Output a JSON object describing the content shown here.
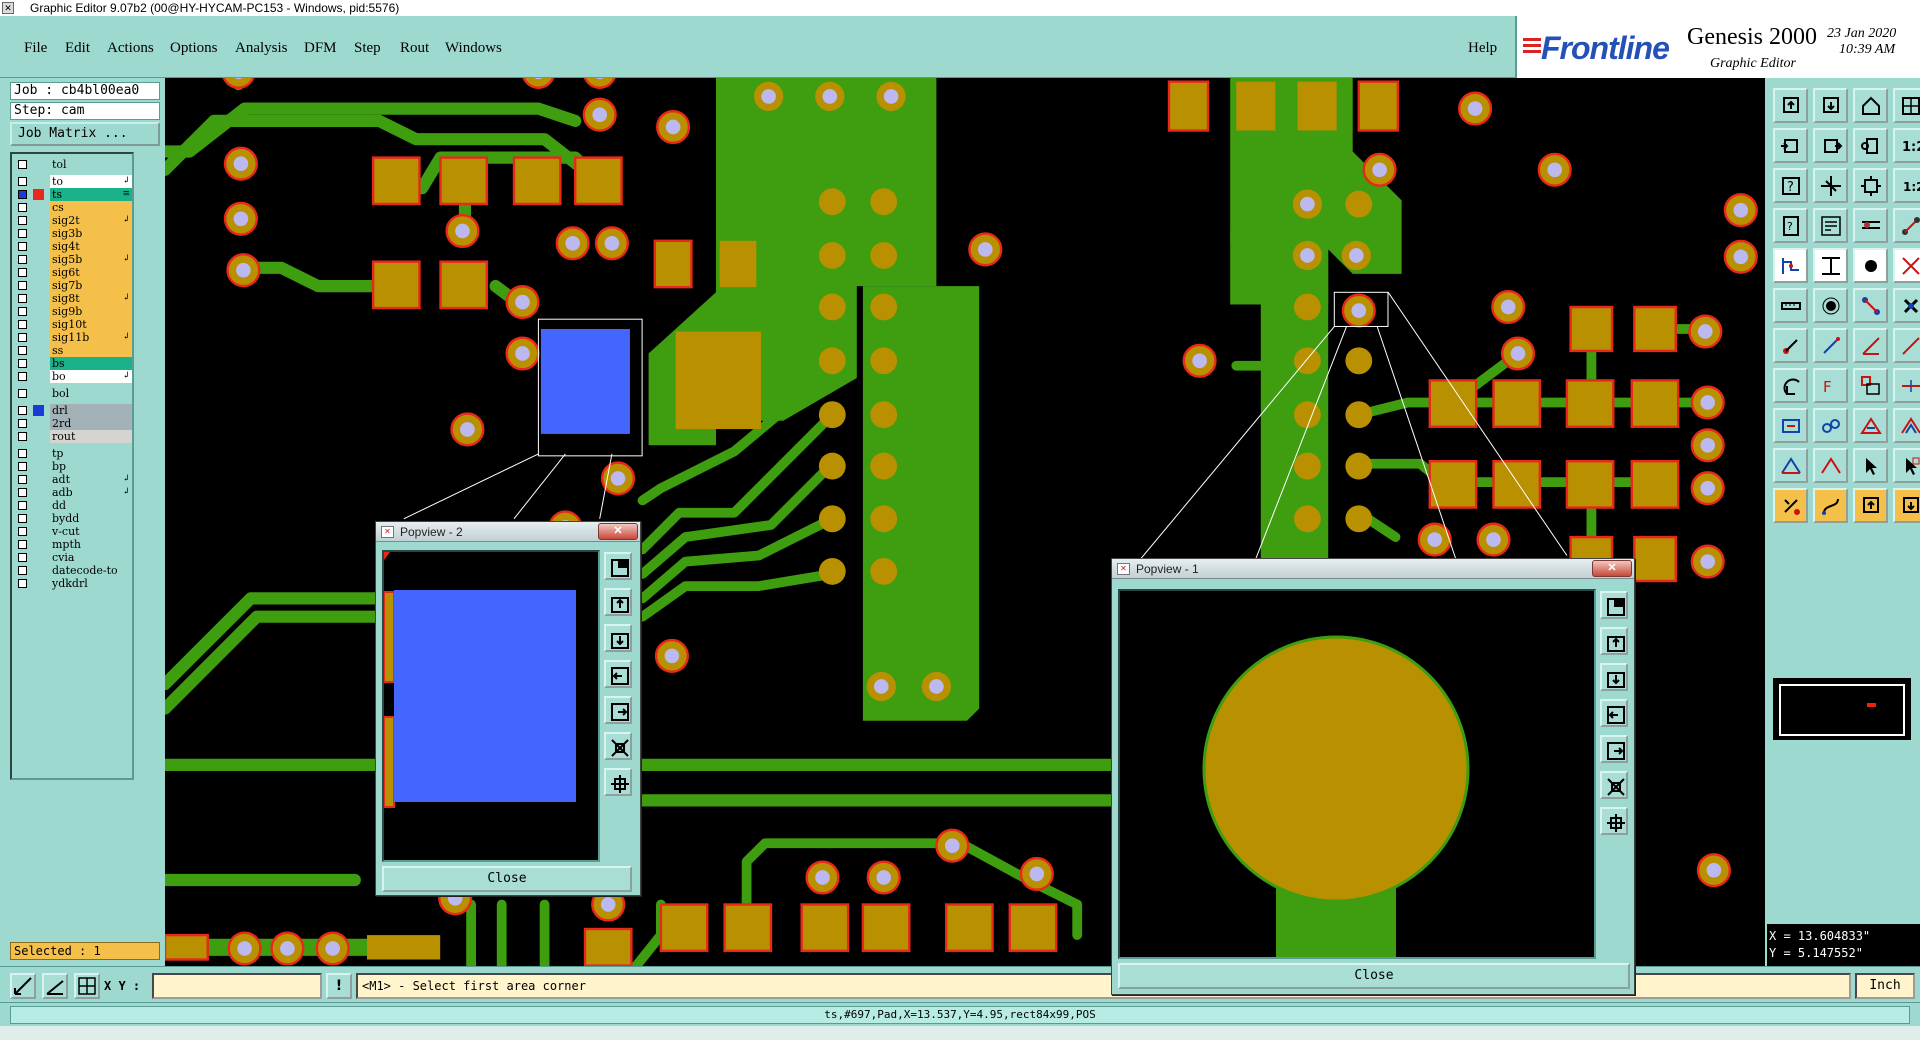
{
  "window": {
    "title": "Graphic Editor 9.07b2 (00@HY-HYCAM-PC153 - Windows, pid:5576)"
  },
  "menu": {
    "items": [
      "File",
      "Edit",
      "Actions",
      "Options",
      "Analysis",
      "DFM",
      "Step",
      "Rout",
      "Windows"
    ],
    "help": "Help"
  },
  "brand": {
    "logo": "Frontline",
    "product": "Genesis 2000",
    "subtitle": "Graphic Editor",
    "date": "23 Jan 2020",
    "time": "10:39 AM"
  },
  "job": {
    "job_label": "Job : cb4bl00ea0",
    "step_label": "Step: cam",
    "matrix_button": "Job Matrix ..."
  },
  "layers": [
    {
      "name": "tol",
      "color": "#9ed9cf"
    },
    {
      "name": "to",
      "color": "#ffffff",
      "note": "↲"
    },
    {
      "name": "ts",
      "color": "#1bb28a",
      "note": "≡",
      "active": true
    },
    {
      "name": "cs",
      "color": "#f5c04a"
    },
    {
      "name": "sig2t",
      "color": "#f5c04a",
      "note": "↲"
    },
    {
      "name": "sig3b",
      "color": "#f5c04a"
    },
    {
      "name": "sig4t",
      "color": "#f5c04a"
    },
    {
      "name": "sig5b",
      "color": "#f5c04a",
      "note": "↲"
    },
    {
      "name": "sig6t",
      "color": "#f5c04a"
    },
    {
      "name": "sig7b",
      "color": "#f5c04a"
    },
    {
      "name": "sig8t",
      "color": "#f5c04a",
      "note": "↲"
    },
    {
      "name": "sig9b",
      "color": "#f5c04a"
    },
    {
      "name": "sig10t",
      "color": "#f5c04a"
    },
    {
      "name": "sig11b",
      "color": "#f5c04a",
      "note": "↲"
    },
    {
      "name": "ss",
      "color": "#f5c04a"
    },
    {
      "name": "bs",
      "color": "#1bb28a"
    },
    {
      "name": "bo",
      "color": "#ffffff",
      "note": "↲"
    },
    {
      "name": "bol",
      "color": "#9ed9cf"
    },
    {
      "name": "drl",
      "color": "#a3b2b6",
      "marker": "#1b3bd8"
    },
    {
      "name": "2rd",
      "color": "#a3b2b6"
    },
    {
      "name": "rout",
      "color": "#d4d4d0"
    },
    {
      "name": "tp",
      "color": "#9ed9cf"
    },
    {
      "name": "bp",
      "color": "#9ed9cf"
    },
    {
      "name": "adt",
      "color": "#9ed9cf",
      "note": "↲"
    },
    {
      "name": "adb",
      "color": "#9ed9cf",
      "note": "↲"
    },
    {
      "name": "dd",
      "color": "#9ed9cf"
    },
    {
      "name": "bydd",
      "color": "#9ed9cf"
    },
    {
      "name": "v-cut",
      "color": "#9ed9cf"
    },
    {
      "name": "mpth",
      "color": "#9ed9cf"
    },
    {
      "name": "cvia",
      "color": "#9ed9cf"
    },
    {
      "name": "datecode-to",
      "color": "#9ed9cf"
    },
    {
      "name": "ydkdrl",
      "color": "#9ed9cf"
    }
  ],
  "selected": "Selected : 1",
  "coords": {
    "x": "X = 13.604833\"",
    "y": "Y = 5.147552\""
  },
  "bottom": {
    "xy_label": "X Y :",
    "xy_value": "",
    "message_button": "!",
    "message": "<M1> - Select first area corner",
    "units": "Inch"
  },
  "status": "ts,#697,Pad,X=13.537,Y=4.95,rect84x99,POS",
  "popview2": {
    "title": "Popview - 2",
    "close_x": "✕",
    "close_button": "Close"
  },
  "popview1": {
    "title": "Popview - 1",
    "close_x": "✕",
    "close_button": "Close"
  },
  "colors": {
    "trace": "#3f9d10",
    "pad": "#b99000",
    "pad_outline": "#e8281a",
    "drill": "#bcb8f0",
    "highlight": "#4466ff",
    "panel": "#9ed9cf"
  },
  "icons": {
    "toolbar_right": [
      "window-raise-icon",
      "window-lower-icon",
      "home-icon",
      "window-tile-icon",
      "zoom-in-icon",
      "zoom-out-icon",
      "zoom-fit-icon",
      "zoom-1to1-icon",
      "zoom-box-icon",
      "measure-icon",
      "help-icon",
      "snap-icon",
      "layer-icon",
      "net-icon",
      "grid-icon",
      "ruler-icon",
      "cross-icon",
      "rotate-icon",
      "mirror-icon",
      "pointer-icon",
      "line-icon",
      "arc-icon",
      "pad-icon",
      "poly-icon",
      "select-icon",
      "move-icon",
      "copy-icon",
      "delete-icon"
    ]
  }
}
